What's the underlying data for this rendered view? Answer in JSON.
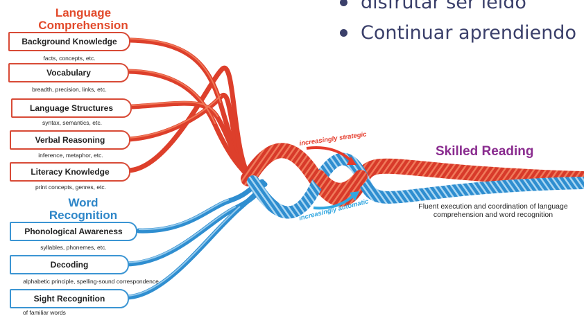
{
  "bullets": [
    "disfrutar ser leído",
    "Continuar aprendiendo"
  ],
  "language_comprehension": {
    "heading": "Language\nComprehension",
    "color": "#e24a2b",
    "strands": [
      {
        "label": "Background Knowledge",
        "sub": "facts, concepts, etc."
      },
      {
        "label": "Vocabulary",
        "sub": "breadth, precision, links, etc."
      },
      {
        "label": "Language Structures",
        "sub": "syntax, semantics, etc."
      },
      {
        "label": "Verbal Reasoning",
        "sub": "inference, metaphor, etc."
      },
      {
        "label": "Literacy Knowledge",
        "sub": "print concepts, genres, etc."
      }
    ]
  },
  "word_recognition": {
    "heading": "Word\nRecognition",
    "color": "#2e86c8",
    "strands": [
      {
        "label": "Phonological Awareness",
        "sub": "syllables, phonemes, etc."
      },
      {
        "label": "Decoding",
        "sub": "alphabetic principle, spelling-sound correspondence"
      },
      {
        "label": "Sight Recognition",
        "sub": "of familiar words"
      }
    ]
  },
  "strategic_label": "increasingly strategic",
  "automatic_label": "increasingly automatic",
  "skilled_reading": "Skilled Reading",
  "skilled_color": "#8a2c8f",
  "description": "Fluent execution and coordination of language comprehension and word recognition"
}
